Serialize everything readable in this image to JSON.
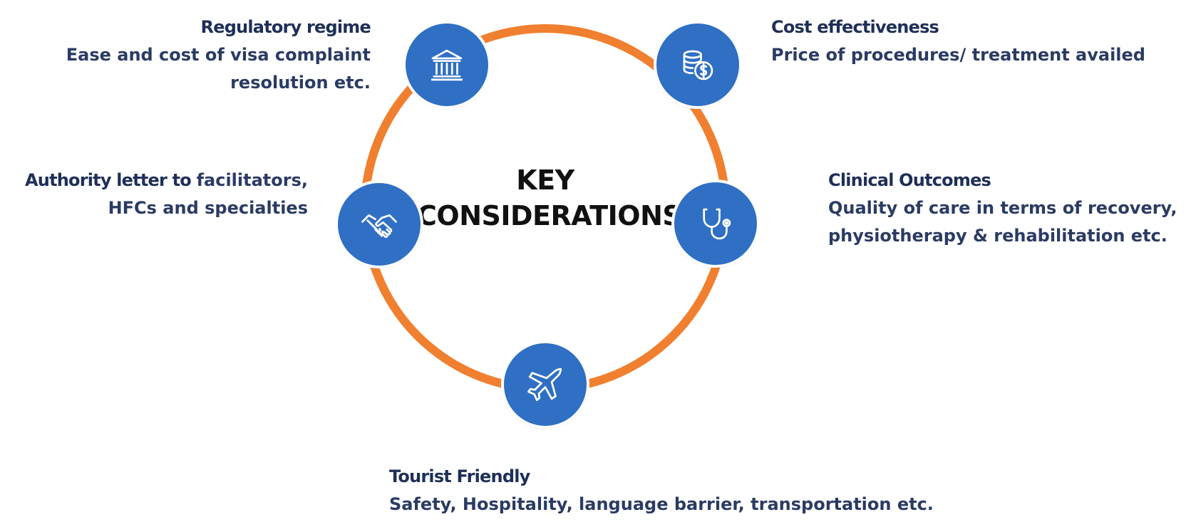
{
  "diagram": {
    "center_title_line1": "KEY",
    "center_title_line2": "CONSIDERATIONS",
    "ring_color": "#f07f2f",
    "node_color": "#2f6fc4",
    "text_color": "#23355f"
  },
  "nodes": {
    "regulatory": {
      "heading": "Regulatory regime",
      "desc_line1": "Ease and cost of visa complaint",
      "desc_line2": "resolution etc.",
      "icon": "government-building-icon"
    },
    "cost": {
      "heading": "Cost effectiveness",
      "desc_line1": "Price of procedures/ treatment availed",
      "icon": "coins-dollar-icon"
    },
    "authority": {
      "heading": "Authority letter to",
      "desc_line1_suffix": "facilitators,",
      "desc_line2": "HFCs and specialties",
      "icon": "handshake-icon"
    },
    "clinical": {
      "heading": "Clinical Outcomes",
      "desc_line1": "Quality of care in terms of recovery,",
      "desc_line2": "physiotherapy & rehabilitation etc.",
      "icon": "stethoscope-icon"
    },
    "tourist": {
      "heading": "Tourist Friendly",
      "desc_line1": "Safety, Hospitality, language barrier, transportation etc.",
      "icon": "airplane-icon"
    }
  }
}
